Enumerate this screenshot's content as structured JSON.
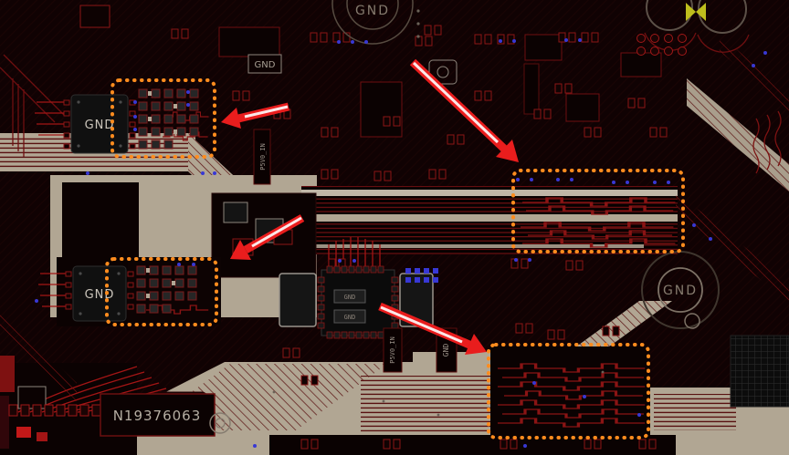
{
  "canvas": {
    "description": "PCB layout CAD view, dark theme, with reviewer annotations"
  },
  "labels": {
    "gnd_hole_top": "GND",
    "gnd_hole_right": "GND",
    "chip_top_left": "GND",
    "chip_mid_left": "GND",
    "board_number": "N19376063",
    "silk_gnd_top": "GND",
    "net_p5v0_left": "P5V0_IN",
    "net_p5v0_center": "P5V0_IN",
    "net_gnd_center": "GND",
    "qfn_pad_gnd_1": "GND",
    "qfn_pad_gnd_2": "GND"
  },
  "colors": {
    "background": "#130303",
    "copper_beige": "#b1a693",
    "copper_beige_light": "#c0b6a7",
    "trace_red": "#8b1616",
    "trace_red_dark": "#5f0e0e",
    "trace_on_beige": "#581010",
    "highlight_orange": "#ff8c1e",
    "arrow_red": "#e91d1d",
    "arrow_core_white": "#ffffff",
    "via_blue": "#3838d4",
    "silkscreen_gray": "#938b80",
    "marker_yellow": "#bebe1d"
  },
  "annotations": {
    "highlight_boxes": [
      {
        "id": "box-top-left",
        "style": "orange-dotted"
      },
      {
        "id": "box-mid-left",
        "style": "orange-dotted"
      },
      {
        "id": "box-right",
        "style": "orange-dotted"
      },
      {
        "id": "box-bottom-right",
        "style": "orange-dotted"
      }
    ],
    "arrows": [
      {
        "id": "arrow-1",
        "points_to": "box-top-left",
        "direction": "left"
      },
      {
        "id": "arrow-2",
        "points_to": "box-right",
        "direction": "down-right"
      },
      {
        "id": "arrow-3",
        "points_to": "box-mid-left",
        "direction": "down-left"
      },
      {
        "id": "arrow-4",
        "points_to": "box-bottom-right",
        "direction": "down-right"
      }
    ]
  }
}
